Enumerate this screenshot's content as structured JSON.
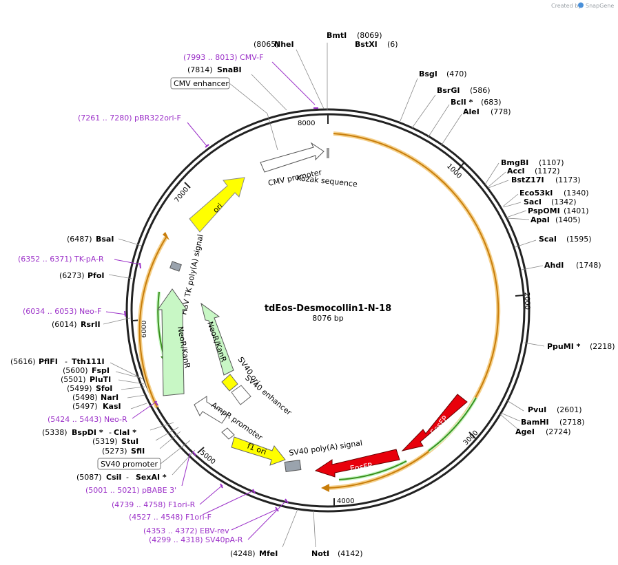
{
  "watermark": {
    "prefix": "Created by",
    "brand": "SnapGene"
  },
  "plasmid": {
    "name": "tdEos-Desmocollin1-N-18",
    "length": "8076 bp"
  },
  "ruler": [
    "8000",
    "1000",
    "2000",
    "3000",
    "4000",
    "5000",
    "6000",
    "7000"
  ],
  "sites": [
    {
      "name": "NheI",
      "pos": "(8065)"
    },
    {
      "name": "BmtI",
      "pos": "(8069)"
    },
    {
      "name": "BstXI",
      "pos": "(6)"
    },
    {
      "name": "SnaBI",
      "pos": "(7814)"
    },
    {
      "name": "BsgI",
      "pos": "(470)"
    },
    {
      "name": "BsrGI",
      "pos": "(586)"
    },
    {
      "name": "BclI *",
      "pos": "(683)"
    },
    {
      "name": "AleI",
      "pos": "(778)"
    },
    {
      "name": "BmgBI",
      "pos": "(1107)"
    },
    {
      "name": "AccI",
      "pos": "(1172)"
    },
    {
      "name": "BstZ17I",
      "pos": "(1173)"
    },
    {
      "name": "Eco53kI",
      "pos": "(1340)"
    },
    {
      "name": "SacI",
      "pos": "(1342)"
    },
    {
      "name": "PspOMI",
      "pos": "(1401)"
    },
    {
      "name": "ApaI",
      "pos": "(1405)"
    },
    {
      "name": "ScaI",
      "pos": "(1595)"
    },
    {
      "name": "AhdI",
      "pos": "(1748)"
    },
    {
      "name": "PpuMI *",
      "pos": "(2218)"
    },
    {
      "name": "PvuI",
      "pos": "(2601)"
    },
    {
      "name": "BamHI",
      "pos": "(2718)"
    },
    {
      "name": "AgeI",
      "pos": "(2724)"
    },
    {
      "name": "NotI",
      "pos": "(4142)"
    },
    {
      "name": "MfeI",
      "pos": "(4248)"
    },
    {
      "name": "CsiI",
      "pos": "(5087)"
    },
    {
      "name": "SexAI *",
      "pos": ""
    },
    {
      "name": "SfiI",
      "pos": "(5273)"
    },
    {
      "name": "StuI",
      "pos": "(5319)"
    },
    {
      "name": "BspDI *",
      "pos": "(5338)"
    },
    {
      "name": "ClaI *",
      "pos": ""
    },
    {
      "name": "KasI",
      "pos": "(5497)"
    },
    {
      "name": "NarI",
      "pos": "(5498)"
    },
    {
      "name": "SfoI",
      "pos": "(5499)"
    },
    {
      "name": "PluTI",
      "pos": "(5501)"
    },
    {
      "name": "FspI",
      "pos": "(5600)"
    },
    {
      "name": "PflFI",
      "pos": "(5616)"
    },
    {
      "name": "Tth111I",
      "pos": ""
    },
    {
      "name": "RsrII",
      "pos": "(6014)"
    },
    {
      "name": "PfoI",
      "pos": "(6273)"
    },
    {
      "name": "BsaI",
      "pos": "(6487)"
    }
  ],
  "primers": [
    {
      "label": "(7993 .. 8013)  CMV-F"
    },
    {
      "label": "(7261 .. 7280)  pBR322ori-F"
    },
    {
      "label": "(6352 .. 6371)  TK-pA-R"
    },
    {
      "label": "(6034 .. 6053)  Neo-F"
    },
    {
      "label": "(5424 .. 5443)  Neo-R"
    },
    {
      "label": "(5001 .. 5021)  pBABE 3'"
    },
    {
      "label": "(4739 .. 4758)  F1ori-R"
    },
    {
      "label": "(4527 .. 4548)  F1ori-F"
    },
    {
      "label": "(4353 .. 4372)  EBV-rev"
    },
    {
      "label": "(4299 .. 4318)  SV40pA-R"
    }
  ],
  "boxed_features": {
    "cmv_enhancer": "CMV enhancer",
    "sv40_promoter": "SV40 promoter"
  },
  "features": {
    "cmv_promoter": "CMV promoter",
    "kozak": "Kozak sequence",
    "ori": "ori",
    "hsv_tk": "HSV TK poly(A) signal",
    "neor_outer": "NeoR/KanR",
    "neor_inner": "NeoR/KanR",
    "sv40_ori": "SV40 ori",
    "sv40_enh": "SV40 enhancer",
    "ampr_prom": "AmpR promoter",
    "f1_ori": "f1 ori",
    "sv40_polya": "SV40 poly(A) signal",
    "eosfp_1": "EosFP",
    "eosfp_2": "EosFP"
  },
  "colors": {
    "backbone": "#222222",
    "primer": "#9b30c8",
    "orf": "#f5a623",
    "cds_red": "#e8000b",
    "ori_yellow": "#ffff00",
    "kan_green": "#c8f7c5",
    "gray": "#9aa3ad"
  }
}
